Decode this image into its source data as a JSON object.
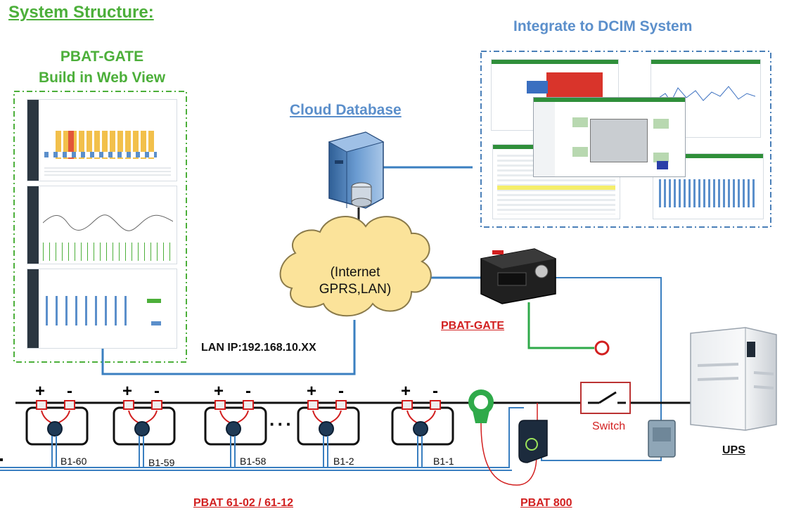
{
  "title": "System Structure:",
  "web_view": {
    "line1": "PBAT-GATE",
    "line2": "Build in Web View"
  },
  "cloud_db": "Cloud  Database",
  "dcim": "Integrate to DCIM System",
  "internet": {
    "line1": "(Internet",
    "line2": "GPRS,LAN)"
  },
  "gate_label": "PBAT-GATE",
  "lan_ip": "LAN IP:192.168.10.XX",
  "switch_label": "Switch",
  "ups_label": "UPS",
  "pbat_cells_label": "PBAT 61-02 / 61-12",
  "pbat800_label": "PBAT 800",
  "plus": "+",
  "minus": "-",
  "ellipsis": "···",
  "batteries": [
    "B1-60",
    "B1-59",
    "B1-58",
    "B1-2",
    "B1-1"
  ],
  "colors": {
    "green": "#4caf3a",
    "blue": "#5b8fcb",
    "red": "#d22020",
    "link": "#3a7fc0",
    "cloud": "#fbe39a"
  }
}
